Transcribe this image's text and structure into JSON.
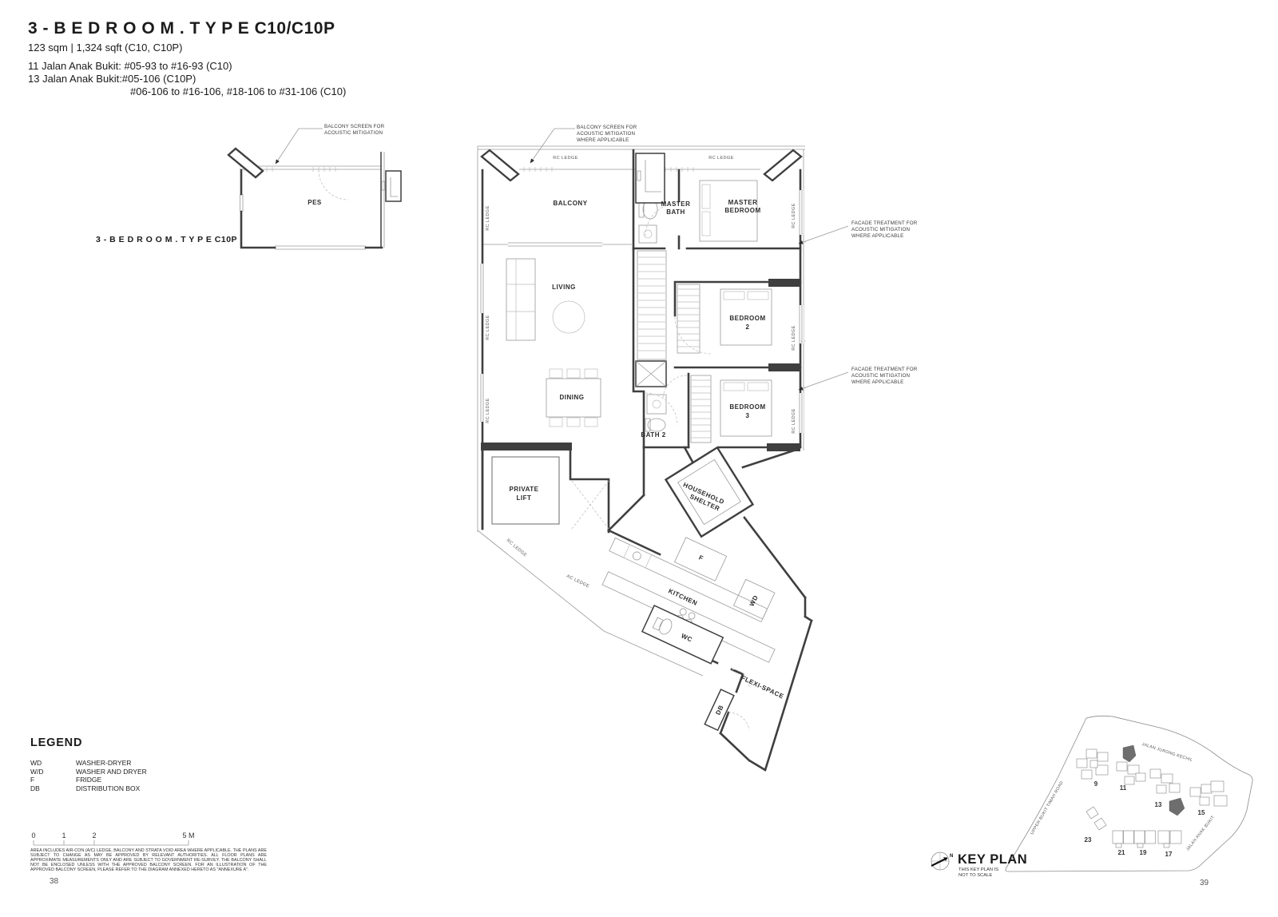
{
  "header": {
    "title": "3 - B E D R O O M . T Y P E  C10/C10P",
    "area": "123 sqm | 1,324 sqft (C10, C10P)",
    "address": [
      "11 Jalan Anak Bukit: #05-93 to #16-93 (C10)",
      "13 Jalan Anak Bukit:#05-106 (C10P)",
      "#06-106 to #16-106, #18-106 to #31-106 (C10)"
    ]
  },
  "small_plan": {
    "label": "3 - B E D R O O M . T Y P E  C10P",
    "room": "PES"
  },
  "rooms": {
    "balcony": "BALCONY",
    "master_bath": [
      "MASTER",
      "BATH"
    ],
    "master_bedroom": [
      "MASTER",
      "BEDROOM"
    ],
    "living": "LIVING",
    "bedroom2": [
      "BEDROOM",
      "2"
    ],
    "dining": "DINING",
    "bath2": "BATH 2",
    "bedroom3": [
      "BEDROOM",
      "3"
    ],
    "private_lift": [
      "PRIVATE",
      "LIFT"
    ],
    "household_shelter": [
      "HOUSEHOLD",
      "SHELTER"
    ],
    "fridge": "F",
    "kitchen": "KITCHEN",
    "washer_dryer": "WD",
    "wc": "WC",
    "flexi_space": "FLEXI-SPACE",
    "db": "DB"
  },
  "ledges": {
    "rc": "RC LEDGE",
    "ac": "AC LEDGE"
  },
  "annotations": {
    "balcony_screen": [
      "BALCONY SCREEN FOR",
      "ACOUSTIC MITIGATION"
    ],
    "balcony_screen_main": [
      "BALCONY SCREEN FOR",
      "ACOUSTIC MITIGATION",
      "WHERE APPLICABLE"
    ],
    "facade": [
      "FACADE TREATMENT FOR",
      "ACOUSTIC MITIGATION",
      "WHERE APPLICABLE"
    ]
  },
  "legend": {
    "heading": "LEGEND",
    "rows": [
      {
        "abbr": "WD",
        "desc": "WASHER-DRYER"
      },
      {
        "abbr": "W/D",
        "desc": "WASHER AND DRYER"
      },
      {
        "abbr": "F",
        "desc": "FRIDGE"
      },
      {
        "abbr": "DB",
        "desc": "DISTRIBUTION BOX"
      }
    ]
  },
  "scale": {
    "ticks": [
      "0",
      "1",
      "2",
      "5 M"
    ]
  },
  "disclaimer": "AREA INCLUDES AIR-CON (A/C) LEDGE, BALCONY AND STRATA VOID AREA WHERE APPLICABLE. THE PLANS ARE SUBJECT TO CHANGE AS MAY BE APPROVED BY RELEVANT AUTHORITIES. ALL FLOOR PLANS ARE APPROXIMATE MEASUREMENTS ONLY AND ARE SUBJECT TO GOVERNMENT RE-SURVEY. THE BALCONY SHALL NOT BE ENCLOSED UNLESS WITH THE APPROVED BALCONY SCREEN. FOR AN ILLUSTRATION OF THE APPROVED BALCONY SCREEN, PLEASE REFER TO THE DIAGRAM ANNEXED HERETO AS \"ANNEXURE A\".",
  "key_plan": {
    "title": "KEY PLAN",
    "note": [
      "THIS KEY PLAN IS",
      "NOT TO SCALE"
    ],
    "roads": [
      "JALAN JURONG KECHIL",
      "UPPER BUKIT TIMAH ROAD",
      "JALAN ANAK BUKIT"
    ],
    "clusters": [
      "9",
      "11",
      "13",
      "15",
      "23",
      "21",
      "19",
      "17"
    ],
    "north": "N"
  },
  "pages": [
    "38",
    "39"
  ]
}
